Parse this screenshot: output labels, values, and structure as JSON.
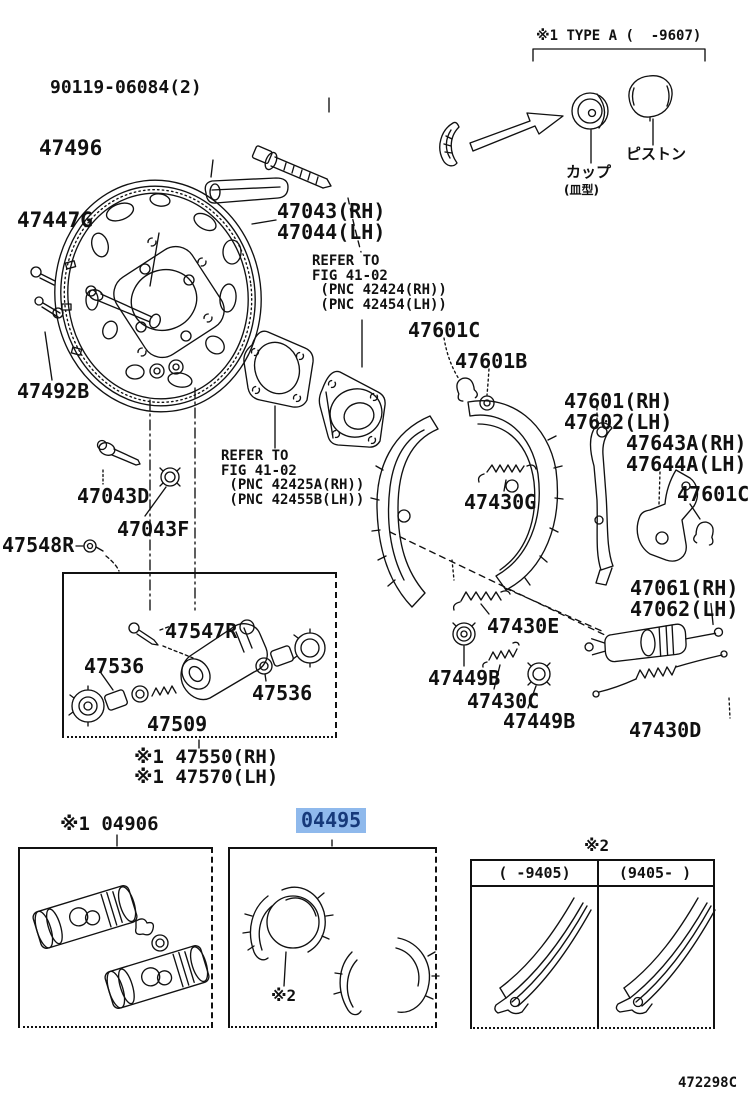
{
  "labels": {
    "p90119": "90119-06084(2)",
    "p47496": "47496",
    "p47447g": "47447G",
    "p47043": "47043(RH)\n47044(LH)",
    "refer1": "REFER TO\nFIG 41-02\n (PNC 42424(RH))\n (PNC 42454(LH))",
    "p47601c": "47601C",
    "p47601b": "47601B",
    "p47601": "47601(RH)\n47602(LH)",
    "p47643a": "47643A(RH)\n47644A(LH)",
    "p47492b": "47492B",
    "p47043d": "47043D",
    "p47043f": "47043F",
    "p47548r": "47548R",
    "refer2": "REFER TO\nFIG 41-02\n (PNC 42425A(RH))\n (PNC 42455B(LH))",
    "p47430g": "47430G",
    "p47430e": "47430E",
    "p47061": "47061(RH)\n47062(LH)",
    "p47449b": "47449B",
    "p47430c": "47430C",
    "p47430d": "47430D",
    "p47547r": "47547R",
    "p47536": "47536",
    "p47509": "47509",
    "kit_note": "※1 47550(RH)\n※1 47570(LH)",
    "p04906": "※1 04906",
    "p04495": "04495",
    "note2": "※2",
    "footer": "472298C"
  },
  "inset_type_a": {
    "title": "※1 TYPE A (  -9607)",
    "cup": "カップ",
    "cup_type": "(皿型)",
    "piston": "ピストン"
  },
  "comparison_table": {
    "note": "※2",
    "columns": [
      "(  -9405)",
      "(9405-  )"
    ]
  },
  "colors": {
    "line": "#111111",
    "highlight_bg": "#8fb9ec",
    "highlight_text": "#16397a"
  }
}
